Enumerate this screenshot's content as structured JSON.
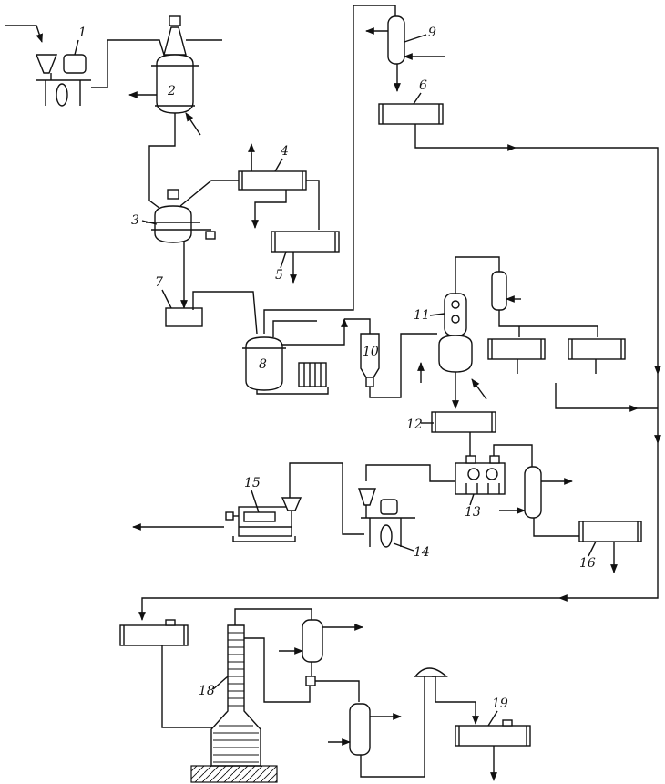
{
  "labels": {
    "n1": "1",
    "n2": "2",
    "n3": "3",
    "n4": "4",
    "n5": "5",
    "n6": "6",
    "n7": "7",
    "n8": "8",
    "n9": "9",
    "n10": "10",
    "n11": "11",
    "n12": "12",
    "n13": "13",
    "n14": "14",
    "n15": "15",
    "n16": "16",
    "n18": "18",
    "n19": "19"
  },
  "colors": {
    "line": "#111111",
    "background": "#ffffff"
  }
}
